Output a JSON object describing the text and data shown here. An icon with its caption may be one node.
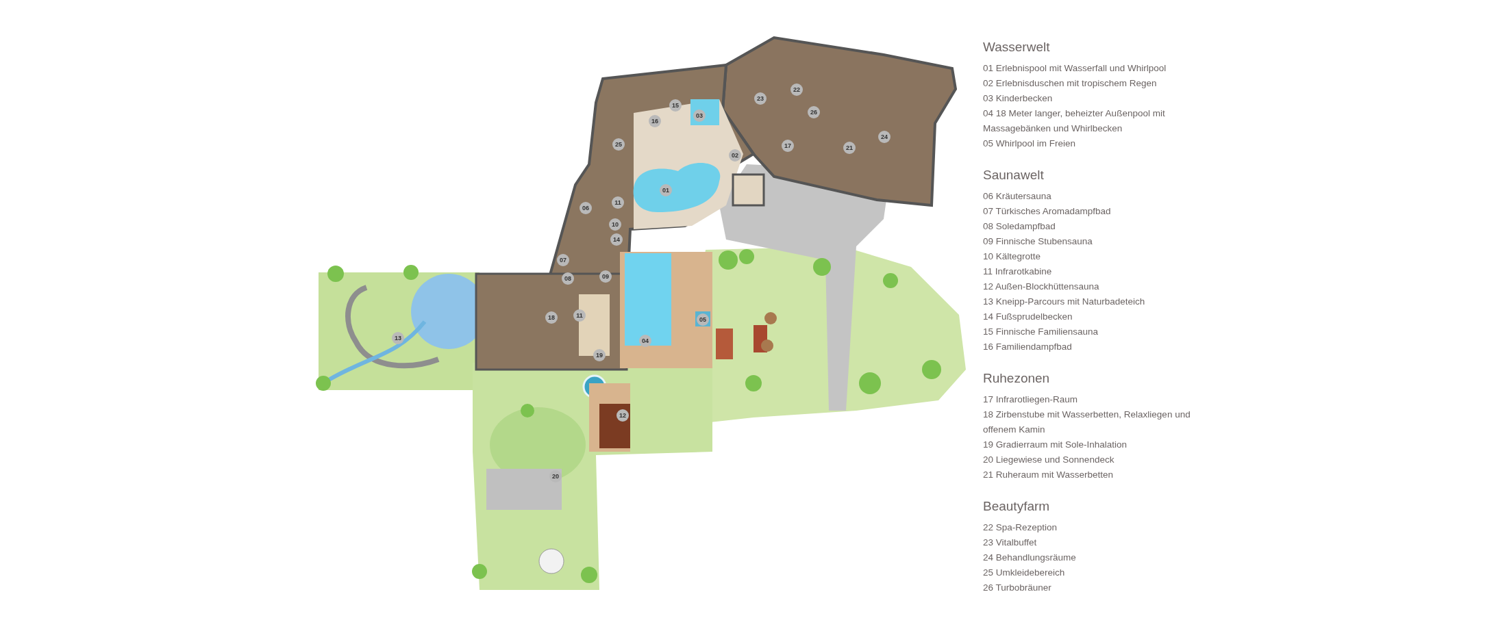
{
  "diagram": {
    "labels": [
      "22",
      "23",
      "15",
      "26",
      "03",
      "16",
      "24",
      "25",
      "17",
      "21",
      "02",
      "01",
      "11",
      "06",
      "10",
      "14",
      "07",
      "09",
      "08",
      "11",
      "18",
      "05",
      "13",
      "04",
      "19",
      "12",
      "20",
      "Wasserwelt",
      "01 Erlebnispool mit Wasserfall und Whirlpool",
      "02 Erlebnisduschen mit tropischem Regen",
      "03 Kinderbecken",
      "04 18 Meter langer, beheizter Außenpool mit Massagebänken und Whirlbecken",
      "05 Whirlpool im Freien",
      "Saunawelt",
      "06 Kräutersauna",
      "07 Türkisches Aromadampfbad",
      "08 Soledampfbad",
      "09 Finnische Stubensauna",
      "10 Kältegrotte",
      "11 Infrarotkabine",
      "12 Außen-Blockhüttensauna",
      "13 Kneipp-Parcours mit Naturbadeteich",
      "14 Fußsprudelbecken",
      "15 Finnische Familiensauna",
      "16 Familiendampfbad",
      "Ruhezonen",
      "17 Infrarotliegen-Raum",
      "18 Zirbenstube mit Wasserbetten, Relaxliegen und offenem Kamin",
      "19 Gradierraum mit Sole-Inhalation",
      "20 Liegewiese und Sonnendeck",
      "21 Ruheraum mit Wasserbetten",
      "Beautyfarm",
      "22 Spa-Rezeption",
      "23 Vitalbuffet",
      "24 Behandlungsräume",
      "25 Umkleidebereich",
      "26 Turbobräuner"
    ]
  }
}
